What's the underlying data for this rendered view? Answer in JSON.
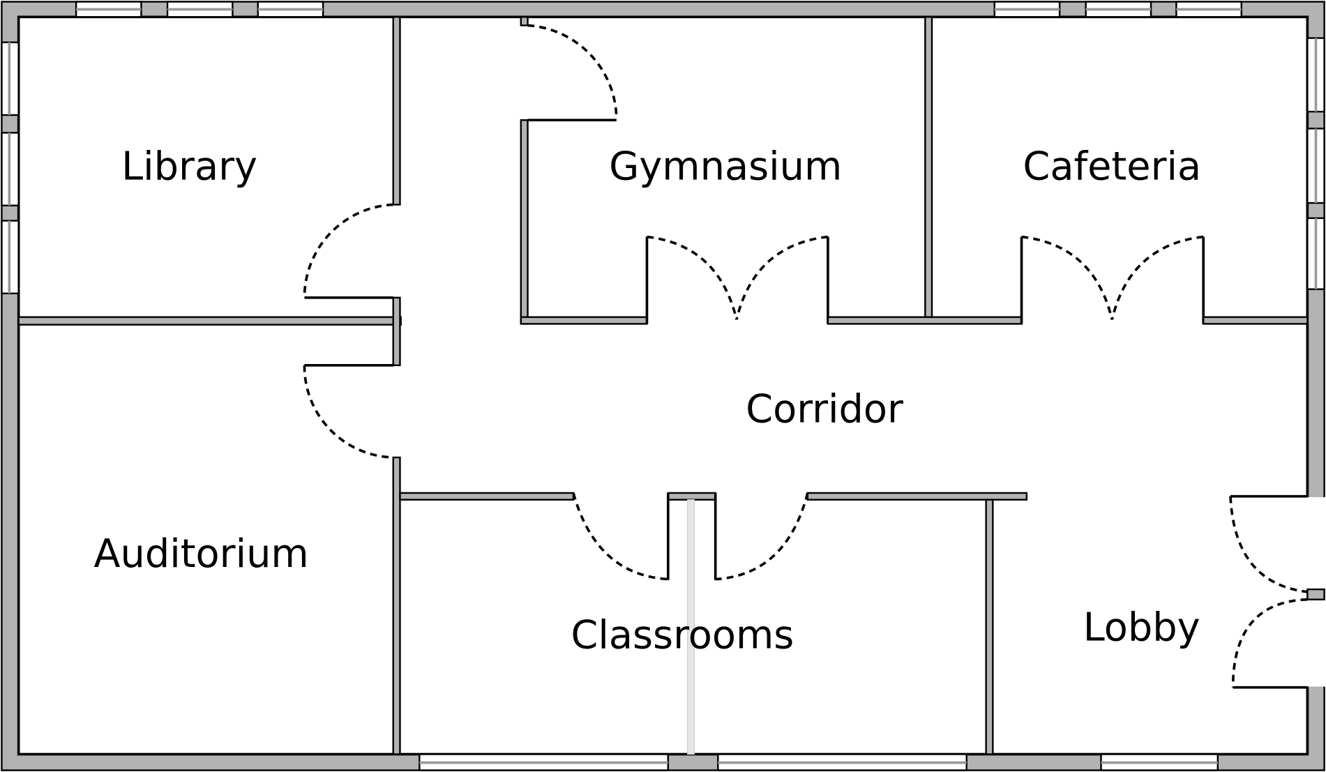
{
  "title": "School floor plan",
  "colors": {
    "wall": "#b3b3b3",
    "outline": "#000000",
    "floor": "#ffffff"
  },
  "rooms": {
    "library": "Library",
    "gymnasium": "Gymnasium",
    "cafeteria": "Cafeteria",
    "corridor": "Corridor",
    "auditorium": "Auditorium",
    "classrooms": "Classrooms",
    "lobby": "Lobby"
  }
}
